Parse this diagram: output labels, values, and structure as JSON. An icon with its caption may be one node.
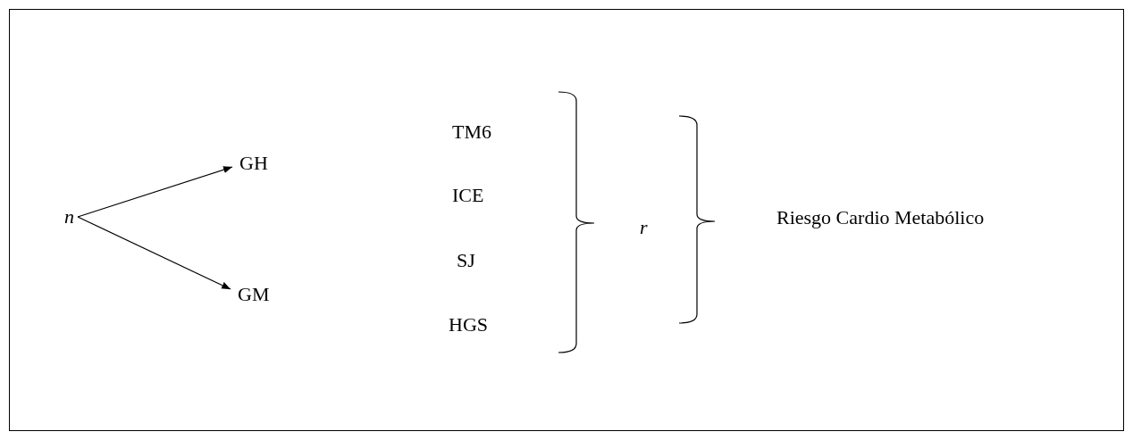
{
  "diagram": {
    "nodes": [
      {
        "text": [
          "n"
        ]
      },
      {
        "text": [
          "GH"
        ]
      },
      {
        "text": [
          "GM"
        ]
      }
    ],
    "edges": [
      {
        "from": 0,
        "to": 1,
        "arrow": "to"
      },
      {
        "from": 0,
        "to": 2,
        "arrow": "to"
      }
    ],
    "labels": [
      "TM6",
      "ICE",
      "SJ",
      "HGS",
      "r",
      "Riesgo Cardio Metabólico"
    ]
  }
}
